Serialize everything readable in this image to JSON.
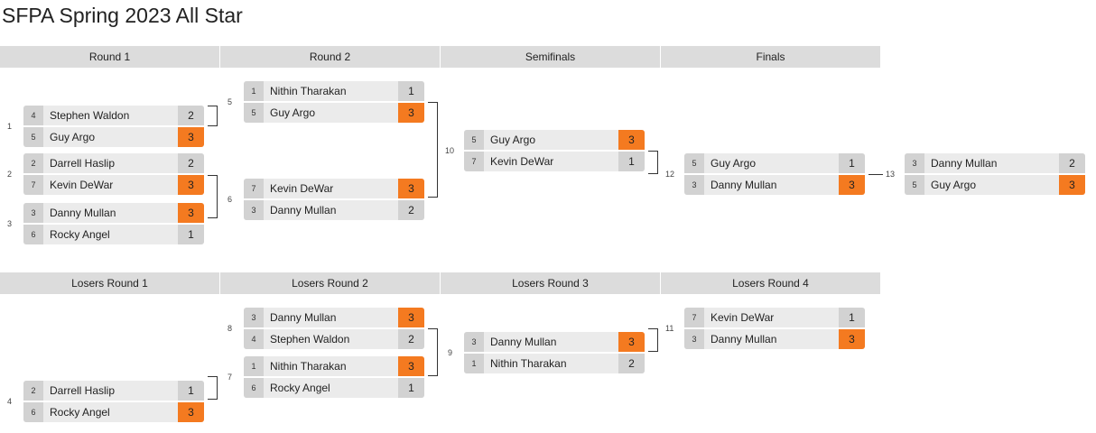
{
  "title": "SFPA Spring 2023 All Star",
  "winners_rounds": [
    "Round 1",
    "Round 2",
    "Semifinals",
    "Finals"
  ],
  "losers_rounds": [
    "Losers Round 1",
    "Losers Round 2",
    "Losers Round 3",
    "Losers Round 4"
  ],
  "matches": {
    "m1": {
      "num": "1",
      "p1": {
        "seed": "4",
        "name": "Stephen Waldon",
        "score": "2"
      },
      "p2": {
        "seed": "5",
        "name": "Guy Argo",
        "score": "3"
      },
      "winner": 2
    },
    "m2": {
      "num": "2",
      "p1": {
        "seed": "2",
        "name": "Darrell Haslip",
        "score": "2"
      },
      "p2": {
        "seed": "7",
        "name": "Kevin DeWar",
        "score": "3"
      },
      "winner": 2
    },
    "m3": {
      "num": "3",
      "p1": {
        "seed": "3",
        "name": "Danny Mullan",
        "score": "3"
      },
      "p2": {
        "seed": "6",
        "name": "Rocky Angel",
        "score": "1"
      },
      "winner": 1
    },
    "m5": {
      "num": "5",
      "p1": {
        "seed": "1",
        "name": "Nithin Tharakan",
        "score": "1"
      },
      "p2": {
        "seed": "5",
        "name": "Guy Argo",
        "score": "3"
      },
      "winner": 2
    },
    "m6": {
      "num": "6",
      "p1": {
        "seed": "7",
        "name": "Kevin DeWar",
        "score": "3"
      },
      "p2": {
        "seed": "3",
        "name": "Danny Mullan",
        "score": "2"
      },
      "winner": 1
    },
    "m10": {
      "num": "10",
      "p1": {
        "seed": "5",
        "name": "Guy Argo",
        "score": "3"
      },
      "p2": {
        "seed": "7",
        "name": "Kevin DeWar",
        "score": "1"
      },
      "winner": 1
    },
    "m12": {
      "num": "12",
      "p1": {
        "seed": "5",
        "name": "Guy Argo",
        "score": "1"
      },
      "p2": {
        "seed": "3",
        "name": "Danny Mullan",
        "score": "3"
      },
      "winner": 2
    },
    "m13": {
      "num": "13",
      "p1": {
        "seed": "3",
        "name": "Danny Mullan",
        "score": "2"
      },
      "p2": {
        "seed": "5",
        "name": "Guy Argo",
        "score": "3"
      },
      "winner": 2
    },
    "m4": {
      "num": "4",
      "p1": {
        "seed": "2",
        "name": "Darrell Haslip",
        "score": "1"
      },
      "p2": {
        "seed": "6",
        "name": "Rocky Angel",
        "score": "3"
      },
      "winner": 2
    },
    "m8": {
      "num": "8",
      "p1": {
        "seed": "3",
        "name": "Danny Mullan",
        "score": "3"
      },
      "p2": {
        "seed": "4",
        "name": "Stephen Waldon",
        "score": "2"
      },
      "winner": 1
    },
    "m7": {
      "num": "7",
      "p1": {
        "seed": "1",
        "name": "Nithin Tharakan",
        "score": "3"
      },
      "p2": {
        "seed": "6",
        "name": "Rocky Angel",
        "score": "1"
      },
      "winner": 1
    },
    "m9": {
      "num": "9",
      "p1": {
        "seed": "3",
        "name": "Danny Mullan",
        "score": "3"
      },
      "p2": {
        "seed": "1",
        "name": "Nithin Tharakan",
        "score": "2"
      },
      "winner": 1
    },
    "m11": {
      "num": "11",
      "p1": {
        "seed": "7",
        "name": "Kevin DeWar",
        "score": "1"
      },
      "p2": {
        "seed": "3",
        "name": "Danny Mullan",
        "score": "3"
      },
      "winner": 2
    }
  },
  "colors": {
    "winner_score": "#f47a20",
    "header_bg": "#dcdcdc",
    "row_bg": "#ebebeb",
    "seed_bg": "#d2d2d2"
  }
}
